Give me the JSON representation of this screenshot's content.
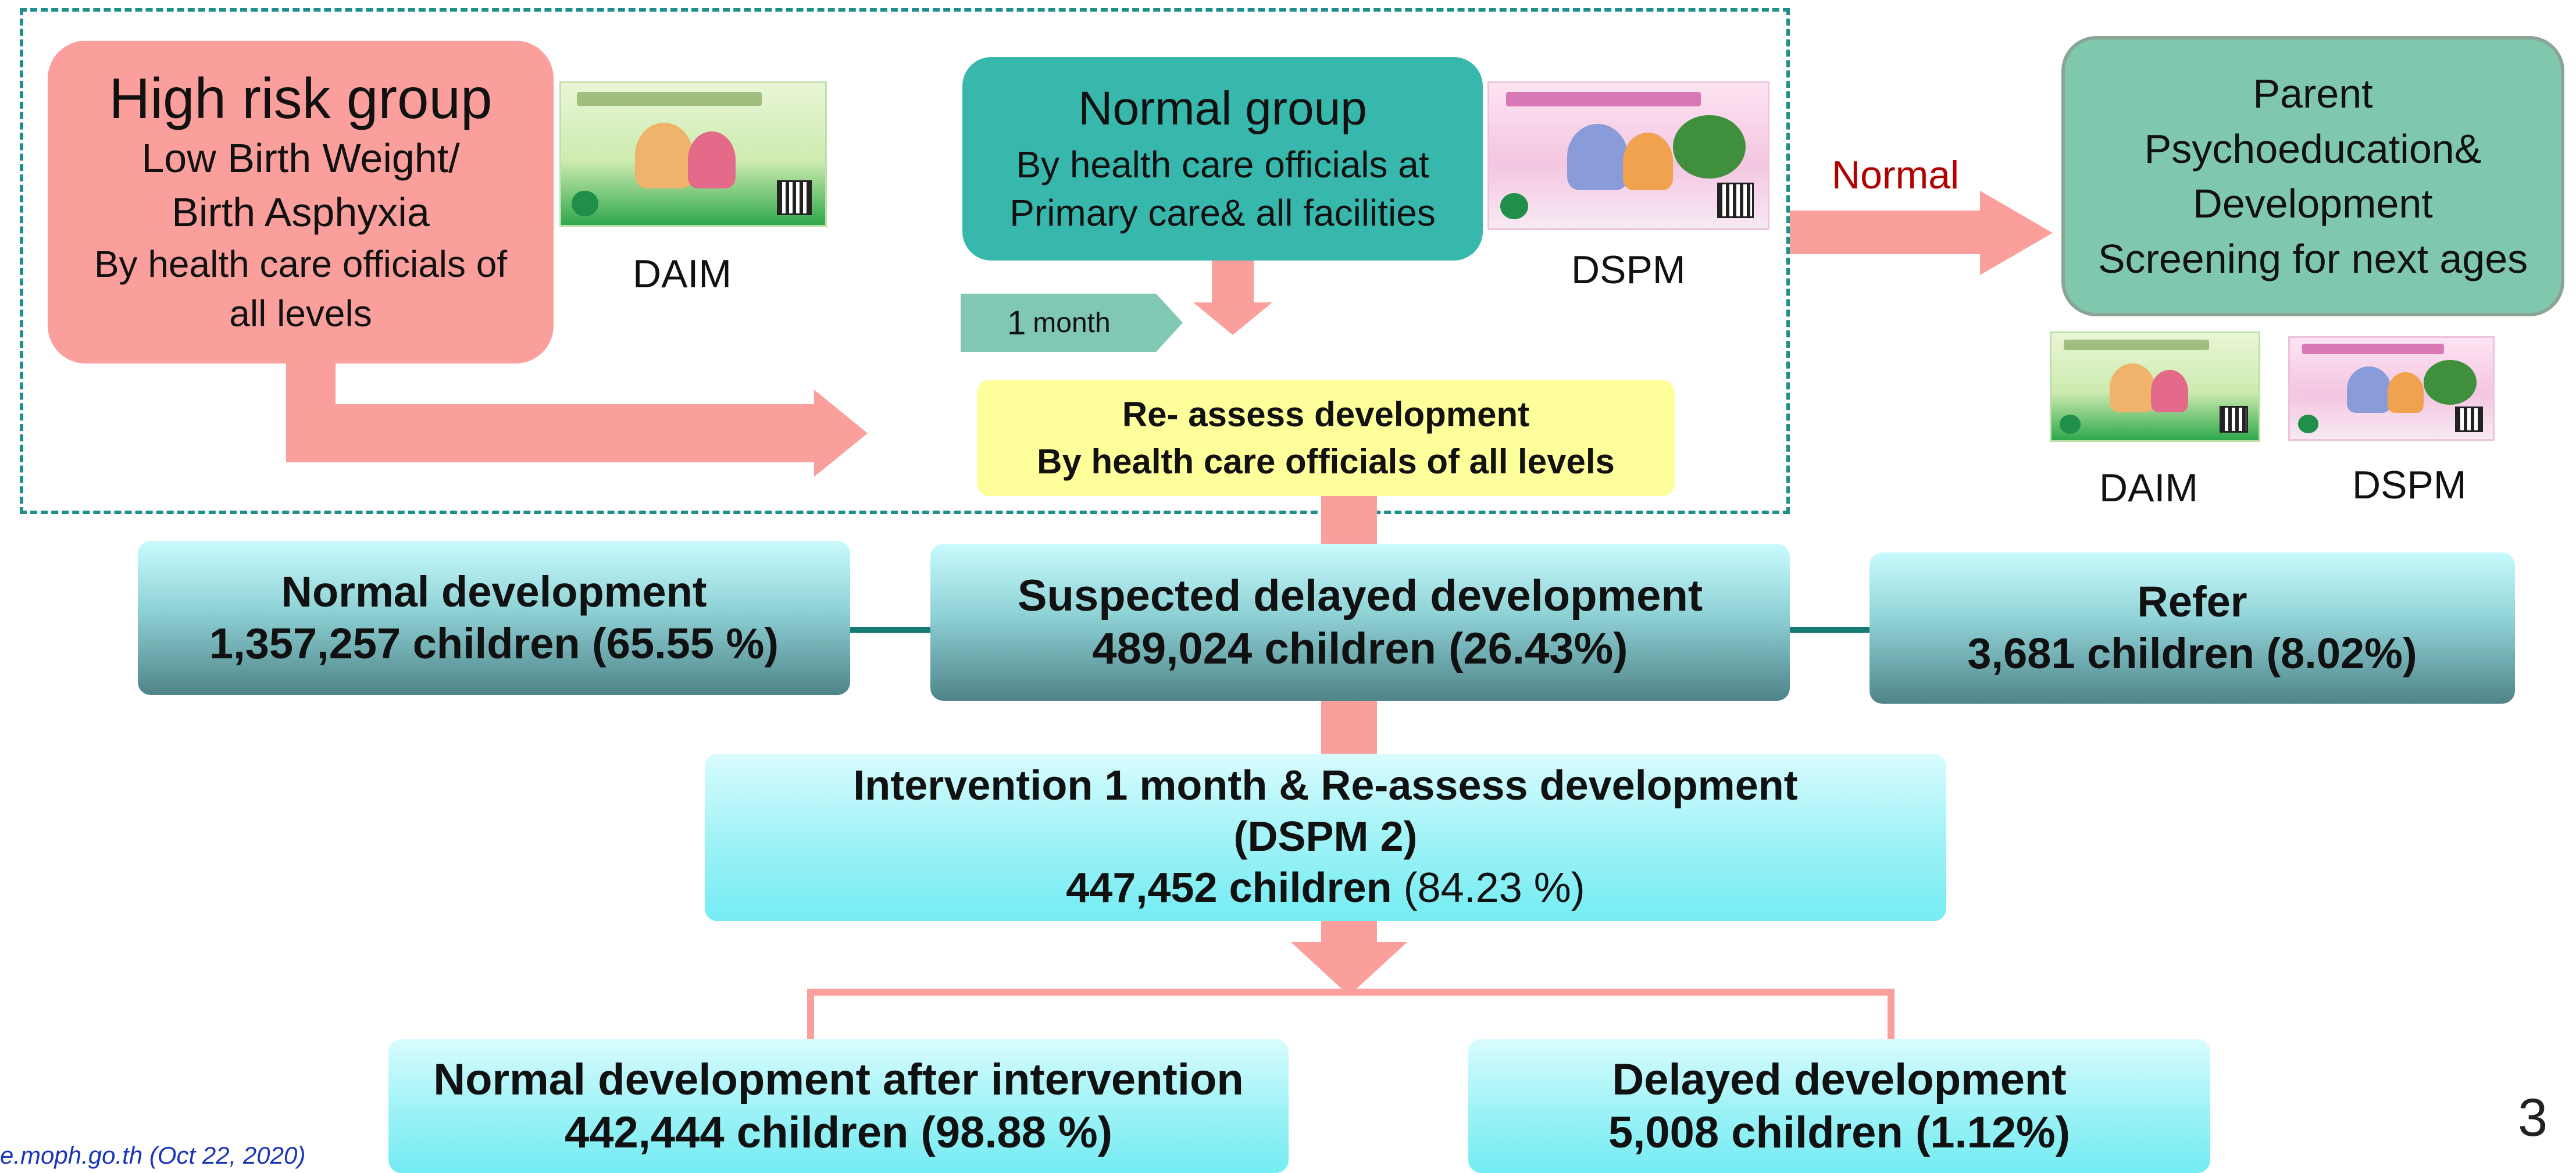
{
  "high_risk": {
    "title": "High risk group",
    "line1": "Low Birth Weight/",
    "line2": "Birth Asphyxia",
    "line3": "By health care officials of",
    "line4": "all levels"
  },
  "normal_group": {
    "title": "Normal group",
    "line1": "By health care officials at",
    "line2": "Primary care& all facilities"
  },
  "booklets": {
    "daim": "DAIM",
    "dspm": "DSPM"
  },
  "timing": {
    "number": "1",
    "unit": "month"
  },
  "reassess": {
    "line1": "Re- assess development",
    "line2": "By health care officials of all levels"
  },
  "normal_label": "Normal",
  "parent_box": {
    "line1": "Parent",
    "line2": "Psychoeducation&",
    "line3": "Development",
    "line4": "Screening for next ages"
  },
  "results": {
    "normal_dev": {
      "title": "Normal development",
      "count": "1,357,257 children (65.55 %)"
    },
    "suspected": {
      "title": "Suspected delayed development",
      "count": "489,024 children (26.43%)"
    },
    "refer": {
      "title": "Refer",
      "count": "3,681 children (8.02%)"
    }
  },
  "intervention": {
    "line1": "Intervention 1 month & Re-assess development",
    "line2": "(DSPM 2)",
    "count_bold": "447,452 children",
    "count_pct": "(84.23 %)"
  },
  "outcomes": {
    "normal_after": {
      "title": "Normal development after intervention",
      "count": "442,444 children (98.88 %)"
    },
    "delayed": {
      "title": "Delayed development",
      "count": "5,008 children (1.12%)"
    }
  },
  "page_number": "3",
  "source": "e.moph.go.th (Oct 22, 2020)",
  "colors": {
    "salmon": "#fa9f9c",
    "teal": "#38b7ac",
    "mint": "#7fc8ad",
    "yellow": "#fefe9a",
    "cyan": "#9cf2f6",
    "dashed_frame": "#1f8f8c",
    "normal_label": "#b00000"
  }
}
